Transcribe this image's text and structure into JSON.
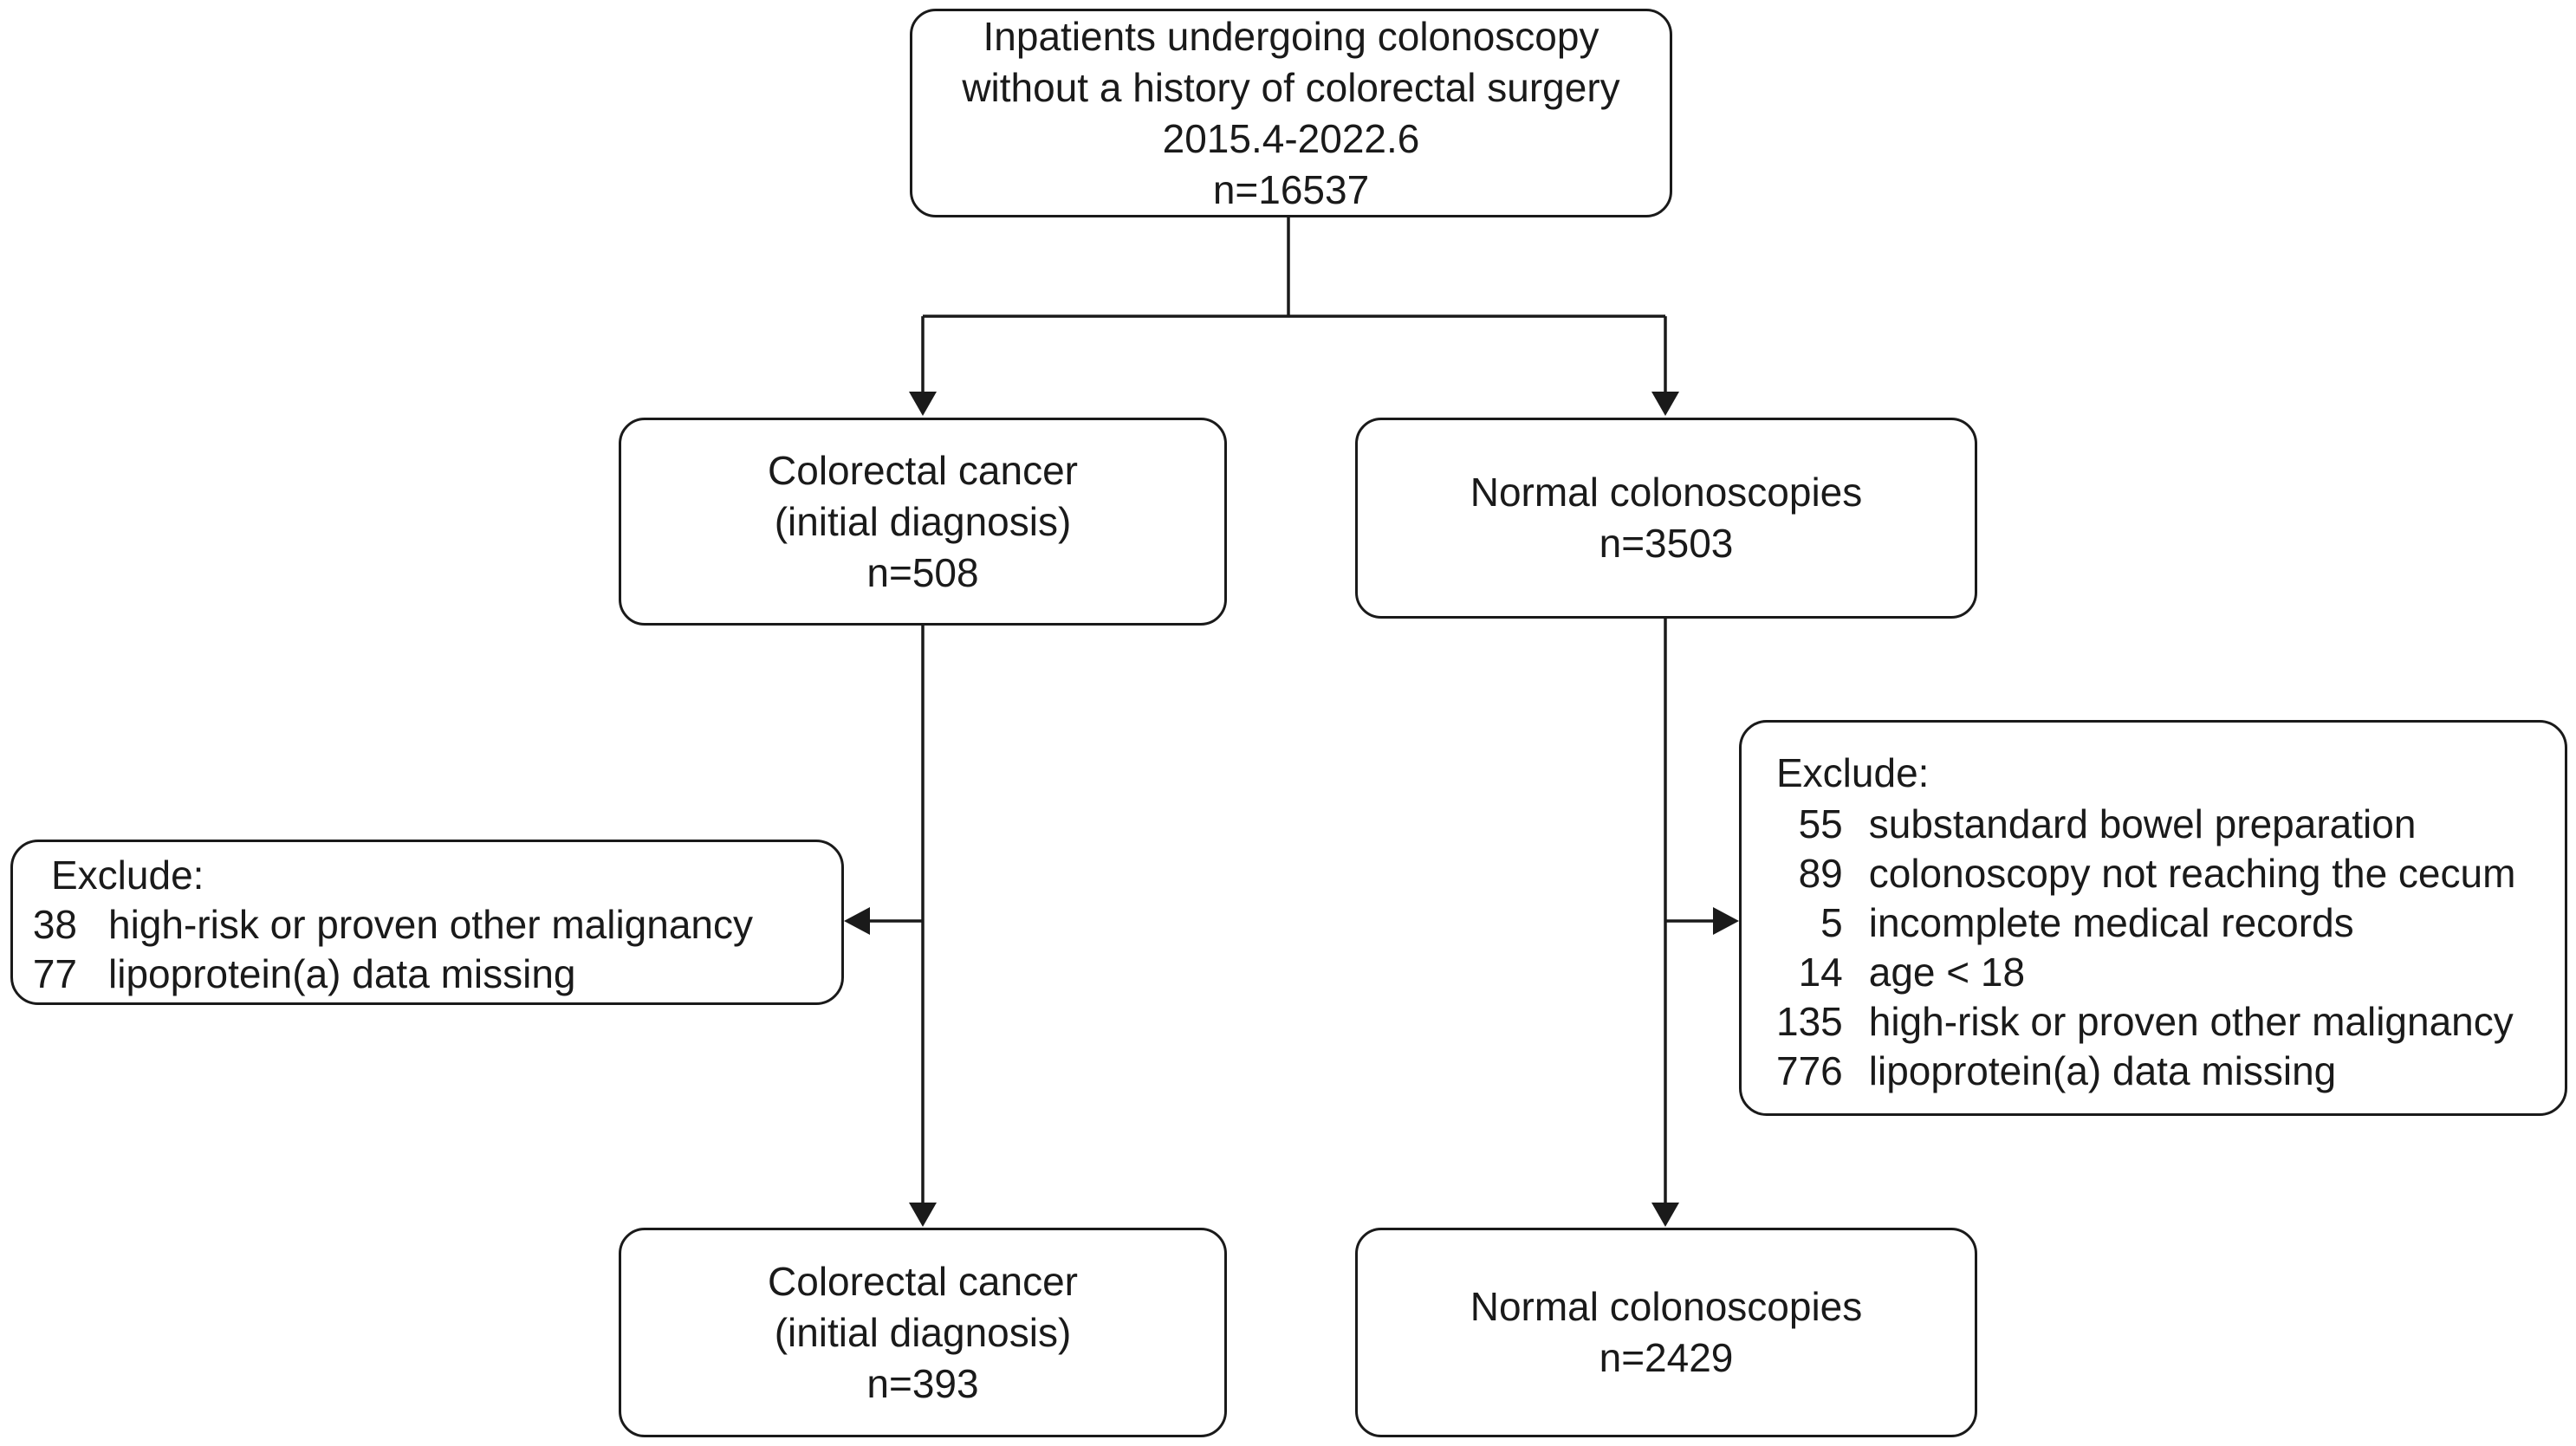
{
  "top": {
    "lines": [
      "Inpatients undergoing colonoscopy",
      "without a history of colorectal surgery",
      "2015.4-2022.6",
      "n=16537"
    ]
  },
  "crc": {
    "lines": [
      "Colorectal cancer",
      "(initial diagnosis)",
      "n=508"
    ]
  },
  "normal": {
    "lines": [
      "Normal colonoscopies",
      "n=3503"
    ]
  },
  "crc_exclude": {
    "heading": "Exclude:",
    "items": [
      {
        "n": "38",
        "text": "high-risk or proven other malignancy"
      },
      {
        "n": "77",
        "text": "lipoprotein(a) data missing"
      }
    ]
  },
  "normal_exclude": {
    "heading": "Exclude:",
    "items": [
      {
        "n": "55",
        "text": "substandard bowel preparation"
      },
      {
        "n": "89",
        "text": "colonoscopy not reaching the cecum"
      },
      {
        "n": "5",
        "text": "incomplete medical records"
      },
      {
        "n": "14",
        "text": "age < 18"
      },
      {
        "n": "135",
        "text": "high-risk or proven other malignancy"
      },
      {
        "n": "776",
        "text": "lipoprotein(a) data missing"
      }
    ]
  },
  "crc_final": {
    "lines": [
      "Colorectal cancer",
      "(initial diagnosis)",
      "n=393"
    ]
  },
  "normal_final": {
    "lines": [
      "Normal colonoscopies",
      "n=2429"
    ]
  }
}
